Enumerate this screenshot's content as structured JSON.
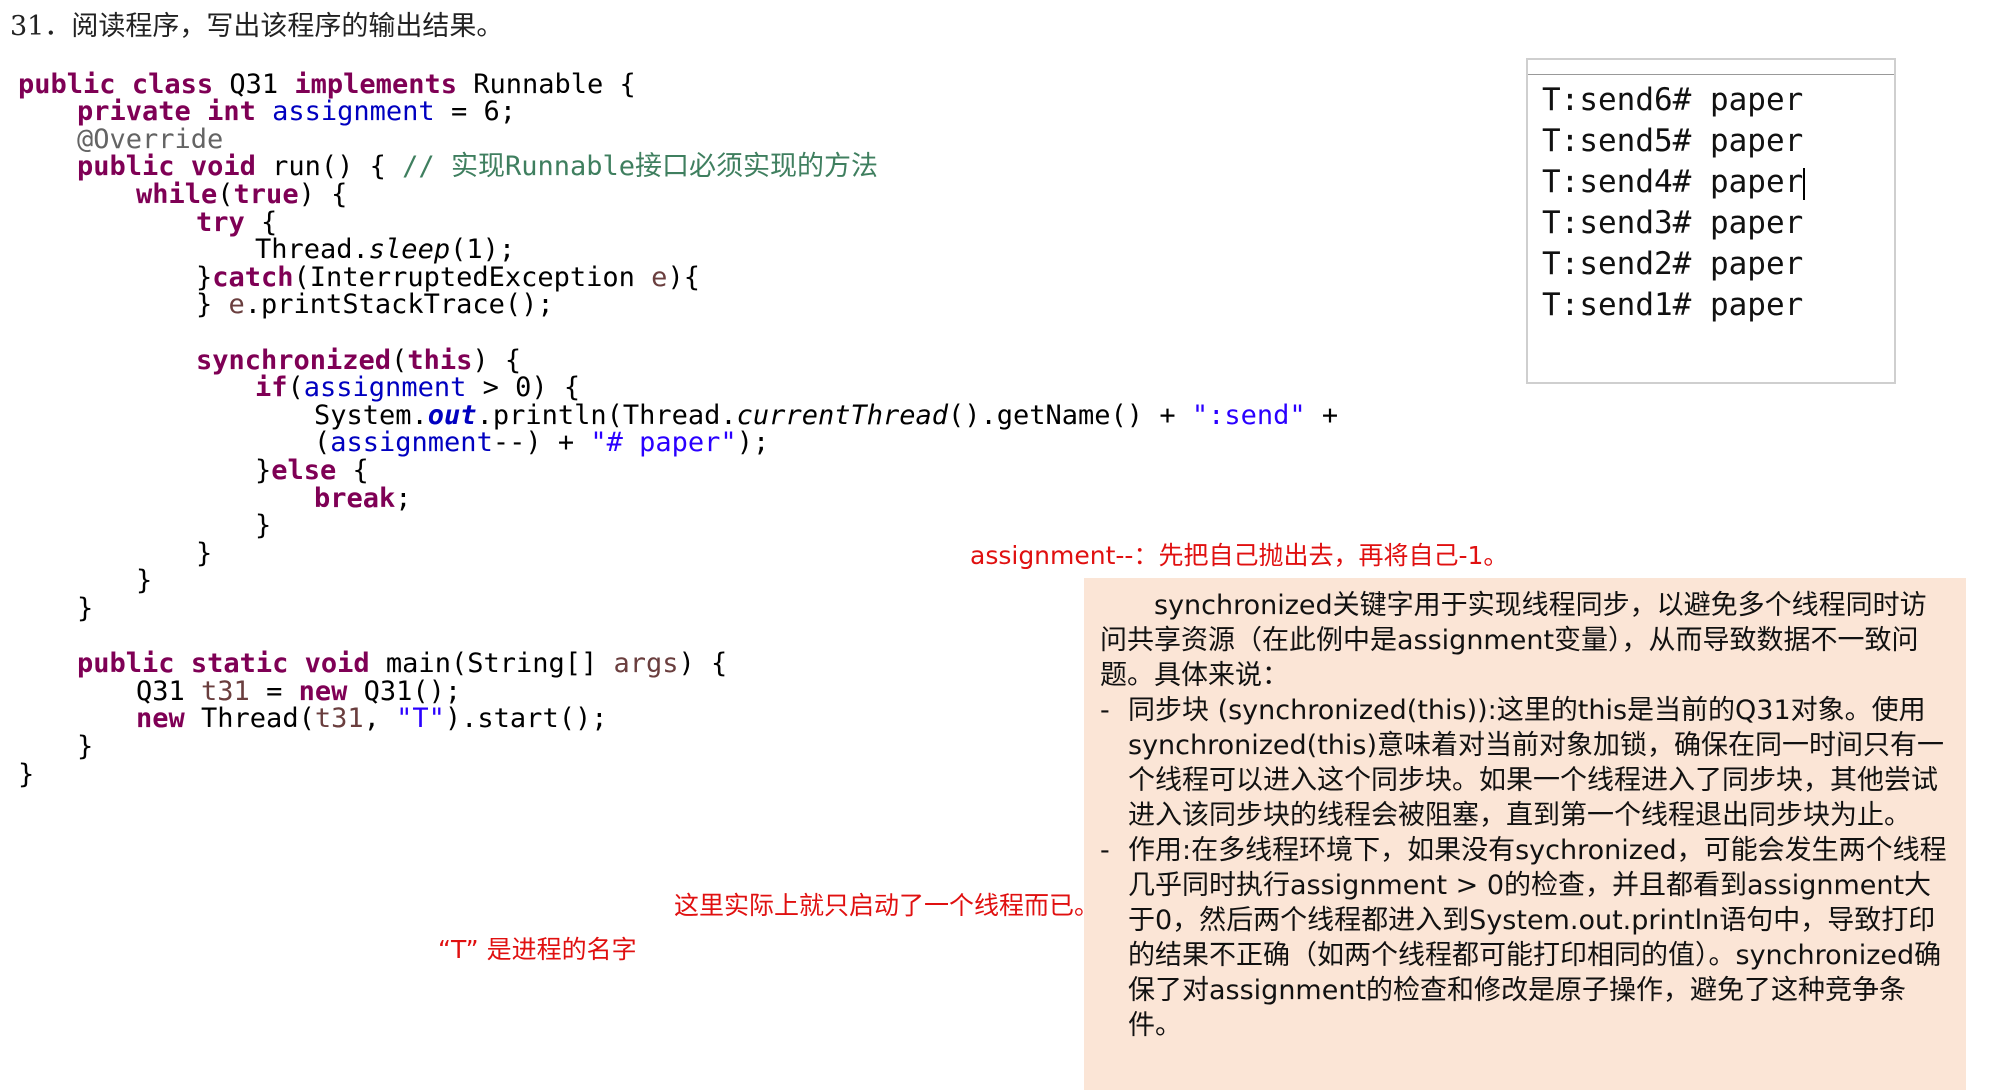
{
  "title": "31．阅读程序，写出该程序的输出结果。",
  "code": {
    "l1": [
      "public",
      "class",
      "Q31",
      "implements",
      "Runnable {"
    ],
    "l2": [
      "private",
      "int",
      "assignment",
      "= 6;"
    ],
    "l3": "@Override",
    "l4": [
      "public",
      "void",
      "run() {",
      "// 实现Runnable接口必须实现的方法"
    ],
    "l5": [
      "while",
      "(",
      "true",
      ") {"
    ],
    "l6": [
      "try",
      " {"
    ],
    "l7": [
      "Thread.",
      "sleep",
      "(1);"
    ],
    "l8": [
      "}",
      "catch",
      "(InterruptedException ",
      "e",
      "){"
    ],
    "l9": [
      "} ",
      "e",
      ".printStackTrace();"
    ],
    "l10": [
      "synchronized",
      "(",
      "this",
      ") {"
    ],
    "l11": [
      "if",
      "(",
      "assignment",
      " > 0) {"
    ],
    "l12": [
      "System.",
      "out",
      ".println(Thread.",
      "currentThread",
      "().getName() + ",
      "\":send\"",
      " +"
    ],
    "l13": [
      "(",
      "assignment",
      "--) + ",
      "\"# paper\"",
      ");"
    ],
    "l14": [
      "}",
      "else",
      " {"
    ],
    "l15": [
      "break",
      ";"
    ],
    "l16": "}",
    "l17": "}",
    "l18": "}",
    "l19": "}",
    "l20": [
      "public",
      "static",
      "void",
      "main(String[] ",
      "args",
      ") {"
    ],
    "l21": [
      "Q31 ",
      "t31",
      " = ",
      "new",
      " Q31();"
    ],
    "l22": [
      "new",
      " Thread(",
      "t31",
      ", ",
      "\"T\"",
      ").start();"
    ],
    "l23": "}",
    "l24": "}"
  },
  "notes": {
    "assignment": "assignment--：先把自己抛出去，再将自己-1。",
    "one_thread": "这里实际上就只启动了一个线程而已。",
    "thread_name": "“T” 是进程的名字"
  },
  "console": {
    "lines": [
      "T:send6# paper",
      "T:send5# paper",
      "T:send4# paper",
      "T:send3# paper",
      "T:send2# paper",
      "T:send1# paper"
    ]
  },
  "explanation": {
    "intro": "synchronized关键字用于实现线程同步，以避免多个线程同时访问共享资源（在此例中是assignment变量），从而导致数据不一致问题。具体来说：",
    "items": [
      "同步块 (synchronized(this)):这里的this是当前的Q31对象。使用synchronized(this)意味着对当前对象加锁，确保在同一时间只有一个线程可以进入这个同步块。如果一个线程进入了同步块，其他尝试进入该同步块的线程会被阻塞，直到第一个线程退出同步块为止。",
      "作用:在多线程环境下，如果没有sychronized，可能会发生两个线程几乎同时执行assignment  > 0的检查，并且都看到assignment大于0，然后两个线程都进入到System.out.println语句中，导致打印的结果不正确（如两个线程都可能打印相同的值）。synchronized确保了对assignment的检查和修改是原子操作，避免了这种竞争条件。"
    ],
    "dash": "-"
  }
}
